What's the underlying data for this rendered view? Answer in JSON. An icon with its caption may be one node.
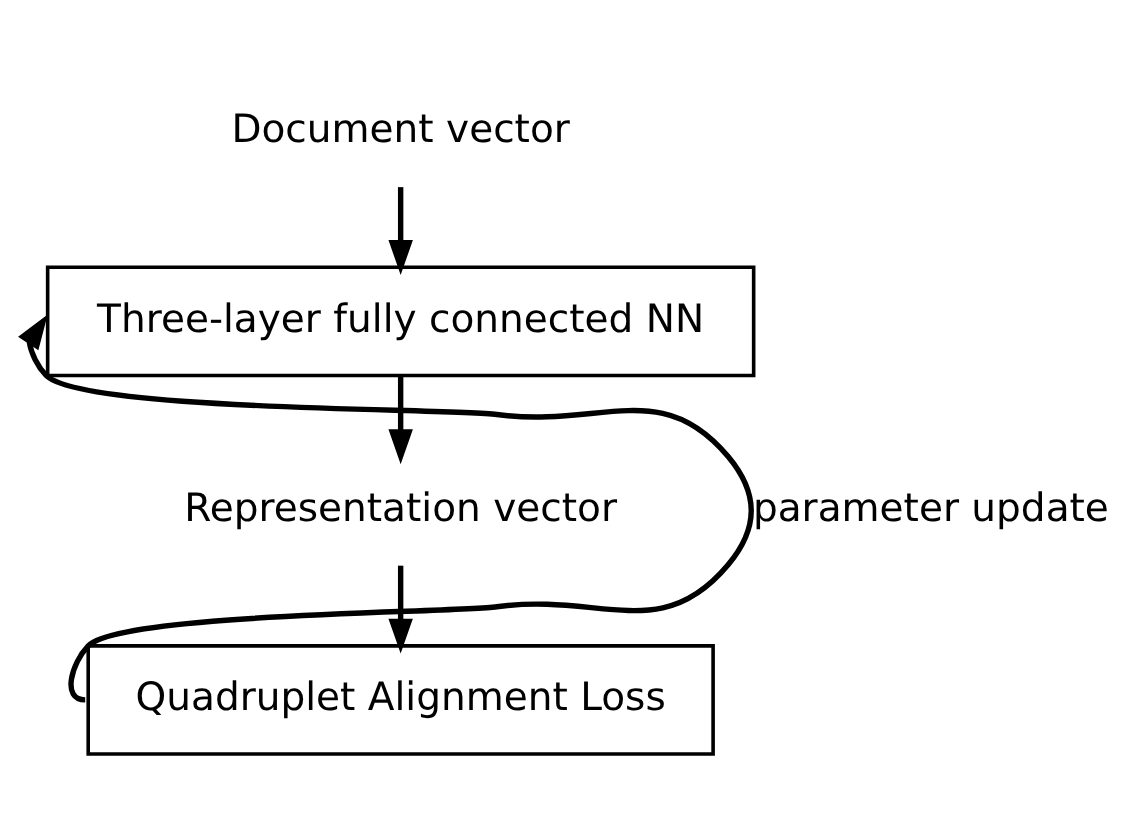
{
  "diagram": {
    "nodes": [
      {
        "text": [
          "Document vector"
        ]
      },
      {
        "text": [
          "Three-layer fully connected NN"
        ]
      },
      {
        "text": [
          "Representation vector"
        ]
      },
      {
        "text": [
          "Quadruplet Alignment Loss"
        ]
      }
    ],
    "edges": [
      {
        "from": 0,
        "to": 1,
        "arrow": "to"
      },
      {
        "from": 1,
        "to": 2,
        "arrow": "to"
      },
      {
        "from": 2,
        "to": 3,
        "arrow": "to"
      },
      {
        "from": 3,
        "to": 1,
        "arrow": "to",
        "label": "parameter update"
      }
    ]
  }
}
